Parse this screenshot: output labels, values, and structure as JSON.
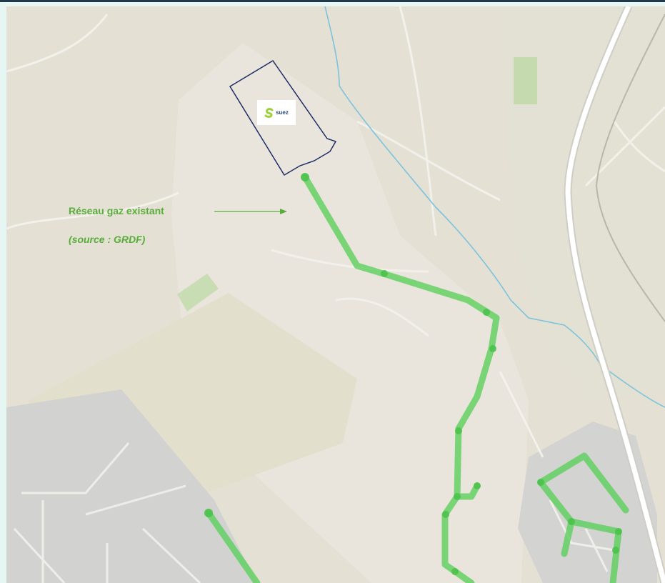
{
  "legend": {
    "title": "Réseau gaz existant",
    "source": "(source : GRDF)"
  },
  "site": {
    "logo_text": "suez",
    "logo_icon": "suez-logo-icon"
  },
  "colors": {
    "gas_network": "#5cd05c",
    "label": "#59ad3a",
    "site_outline": "#1d2d66",
    "water": "#7cc3dc",
    "map_background": "#e4e0d4",
    "urban_area": "#d2d2d2",
    "road": "#ffffff",
    "green_patch": "#bfd9a8"
  },
  "icons": [
    "arrow-right-icon",
    "suez-logo-icon"
  ]
}
